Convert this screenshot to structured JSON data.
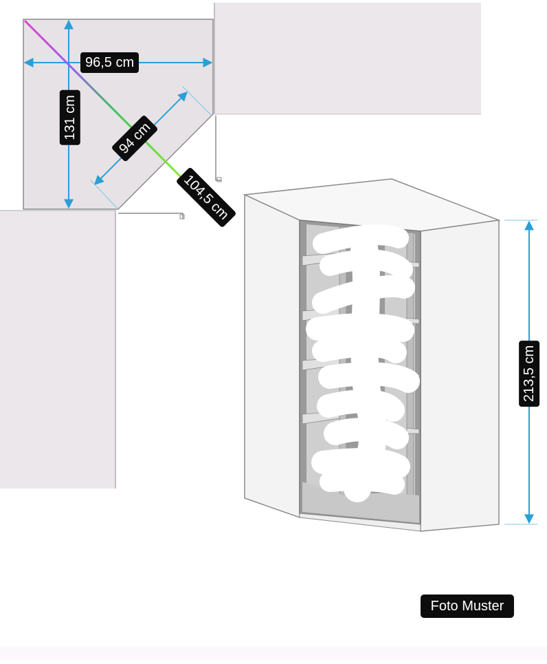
{
  "dimensions": {
    "width_top": "96,5 cm",
    "depth_left": "131 cm",
    "diagonal_opening": "94 cm",
    "diagonal_total": "104,5 cm",
    "height": "213,5 cm"
  },
  "caption": "Foto Muster",
  "colors": {
    "wall": "#e8e4e8",
    "floor": "#ffffff",
    "outline": "#9a9a9a",
    "dimension_arrow": "#2a9fd6",
    "label_bg": "#0d0d0d",
    "label_text": "#ffffff",
    "cabinet_inside": "#8f8f8f",
    "censor_blob": "#ffffff"
  }
}
